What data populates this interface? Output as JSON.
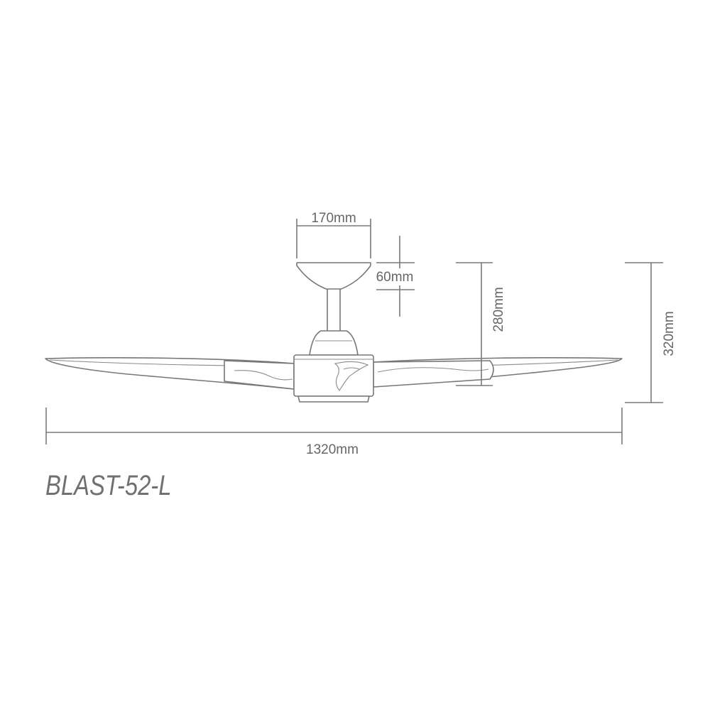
{
  "dimensions": {
    "canopy_width": "170mm",
    "canopy_height": "60mm",
    "fan_height": "280mm",
    "overall_height": "320mm",
    "blade_span": "1320mm"
  },
  "model_name": "BLAST-52-L",
  "colors": {
    "line": "#777777",
    "text": "#666666",
    "background": "#ffffff"
  }
}
